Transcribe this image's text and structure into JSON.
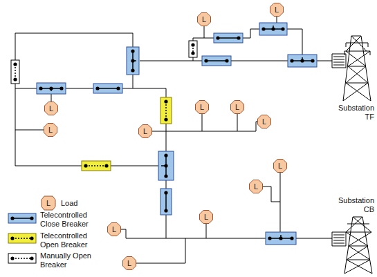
{
  "diagram": {
    "nodes": [
      {
        "text": [
          "L"
        ]
      },
      {
        "text": [
          "L"
        ]
      },
      {
        "text": [
          "L"
        ]
      },
      {
        "text": [
          "L"
        ]
      },
      {
        "text": [
          "L"
        ]
      },
      {
        "text": [
          "L"
        ]
      },
      {
        "text": [
          "L"
        ]
      },
      {
        "text": [
          "L"
        ]
      },
      {
        "text": [
          "L"
        ]
      },
      {
        "text": [
          "L"
        ]
      },
      {
        "text": [
          "L"
        ]
      },
      {
        "text": [
          "L"
        ]
      },
      {
        "text": [
          "L"
        ]
      },
      {
        "text": [
          "Substation TF"
        ]
      },
      {
        "text": [
          "Substation CB"
        ]
      }
    ],
    "labels": [
      "L"
    ],
    "legend": [
      {
        "text": "Load"
      },
      {
        "text": "Telecontrolled Close Breaker"
      },
      {
        "text": "Telecontrolled Open Breaker"
      },
      {
        "text": "Manually Open Breaker"
      }
    ]
  }
}
